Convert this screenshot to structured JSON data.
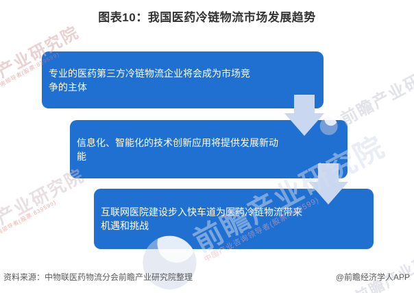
{
  "page": {
    "title": "图表10：我国医药冷链物流市场发展趋势"
  },
  "flow": {
    "steps": [
      {
        "text": "专业的医药第三方冷链物流企业将会成为市场竞争的主体"
      },
      {
        "text": "信息化、智能化的技术创新应用将提供发展新动能"
      },
      {
        "text": "互联网医院建设步入快车道为医药冷链物流带来机遇和挑战"
      }
    ]
  },
  "footer": {
    "source": "资料来源：中物联医药物流分会前瞻产业研究院整理",
    "credit": "@前瞻经济学人APP"
  },
  "watermark": {
    "main": "前瞻产业研究院",
    "sub": "中国产业咨询领导者(股票:839599)"
  },
  "colors": {
    "background": "#ffffff",
    "box_blue": "#2070d2",
    "arrow_light_blue": "#c9d8f0",
    "title_text": "#333333",
    "box_text": "#ffffff",
    "footer_text": "#595959"
  }
}
